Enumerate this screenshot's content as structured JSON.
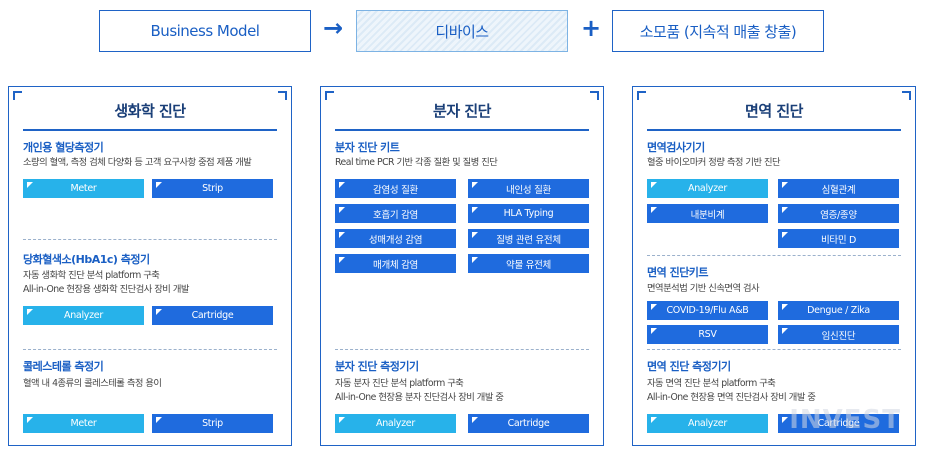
{
  "flow": {
    "business_model": "Business Model",
    "arrow": "→",
    "device": "디바이스",
    "plus": "+",
    "consumables": "소모품 (지속적 매출 창출)"
  },
  "panels": [
    {
      "title": "생화학 진단",
      "sections": [
        {
          "title": "개인용 혈당측정기",
          "desc": [
            "소량의 혈액, 측정 검체 다양화 등 고객 요구사항 중점 제품 개발"
          ],
          "chips": [
            "Meter",
            "Strip"
          ]
        },
        {
          "title": "당화혈색소(HbA1c) 측정기",
          "desc": [
            "자동 생화학 진단 분석 platform 구축",
            "All-in-One 현장용 생화학 진단검사 장비 개발"
          ],
          "chips": [
            "Analyzer",
            "Cartridge"
          ]
        },
        {
          "title": "콜레스테롤 측정기",
          "desc": [
            "혈액 내 4종류의 콜레스테롤 측정 용이"
          ],
          "chips": [
            "Meter",
            "Strip"
          ]
        }
      ]
    },
    {
      "title": "분자 진단",
      "sections": [
        {
          "title": "분자 진단 키트",
          "desc": [
            "Real time PCR 기반 각종 질환 및 질병 진단"
          ],
          "chips": [
            "감염성 질환",
            "내인성 질환",
            "호흡기 감염",
            "HLA Typing",
            "성매개성 감염",
            "질병 관련 유전체",
            "매개체 감염",
            "약물 유전체"
          ]
        },
        {
          "title": "분자 진단 측정기기",
          "desc": [
            "자동 분자 진단 분석 platform 구축",
            "All-in-One 현장용 분자 진단검사 장비 개발 중"
          ],
          "chips": [
            "Analyzer",
            "Cartridge"
          ]
        }
      ]
    },
    {
      "title": "면역 진단",
      "sections": [
        {
          "title": "면역검사기기",
          "desc": [
            "혈중 바이오마커 정량 측정 기반 진단"
          ],
          "chips": [
            "Analyzer",
            "심혈관계",
            "내분비계",
            "염증/종양",
            "비타민 D"
          ]
        },
        {
          "title": "면역 진단키트",
          "desc": [
            "면역분석법 기반 신속면역 검사"
          ],
          "chips": [
            "COVID-19/Flu A&B",
            "Dengue / Zika",
            "RSV",
            "임신진단"
          ]
        },
        {
          "title": "면역 진단 측정기기",
          "desc": [
            "자동 면역 진단 분석 platform 구축",
            "All-in-One 현장용 면역 진단검사 장비 개발 중"
          ],
          "chips": [
            "Analyzer",
            "Cartridge"
          ]
        }
      ]
    }
  ],
  "watermark": "INVEST",
  "colors": {
    "border": "#1f63c6",
    "chip_light": "#27b2ea",
    "chip_dark": "#1f6bde",
    "title": "#1a3f78"
  }
}
